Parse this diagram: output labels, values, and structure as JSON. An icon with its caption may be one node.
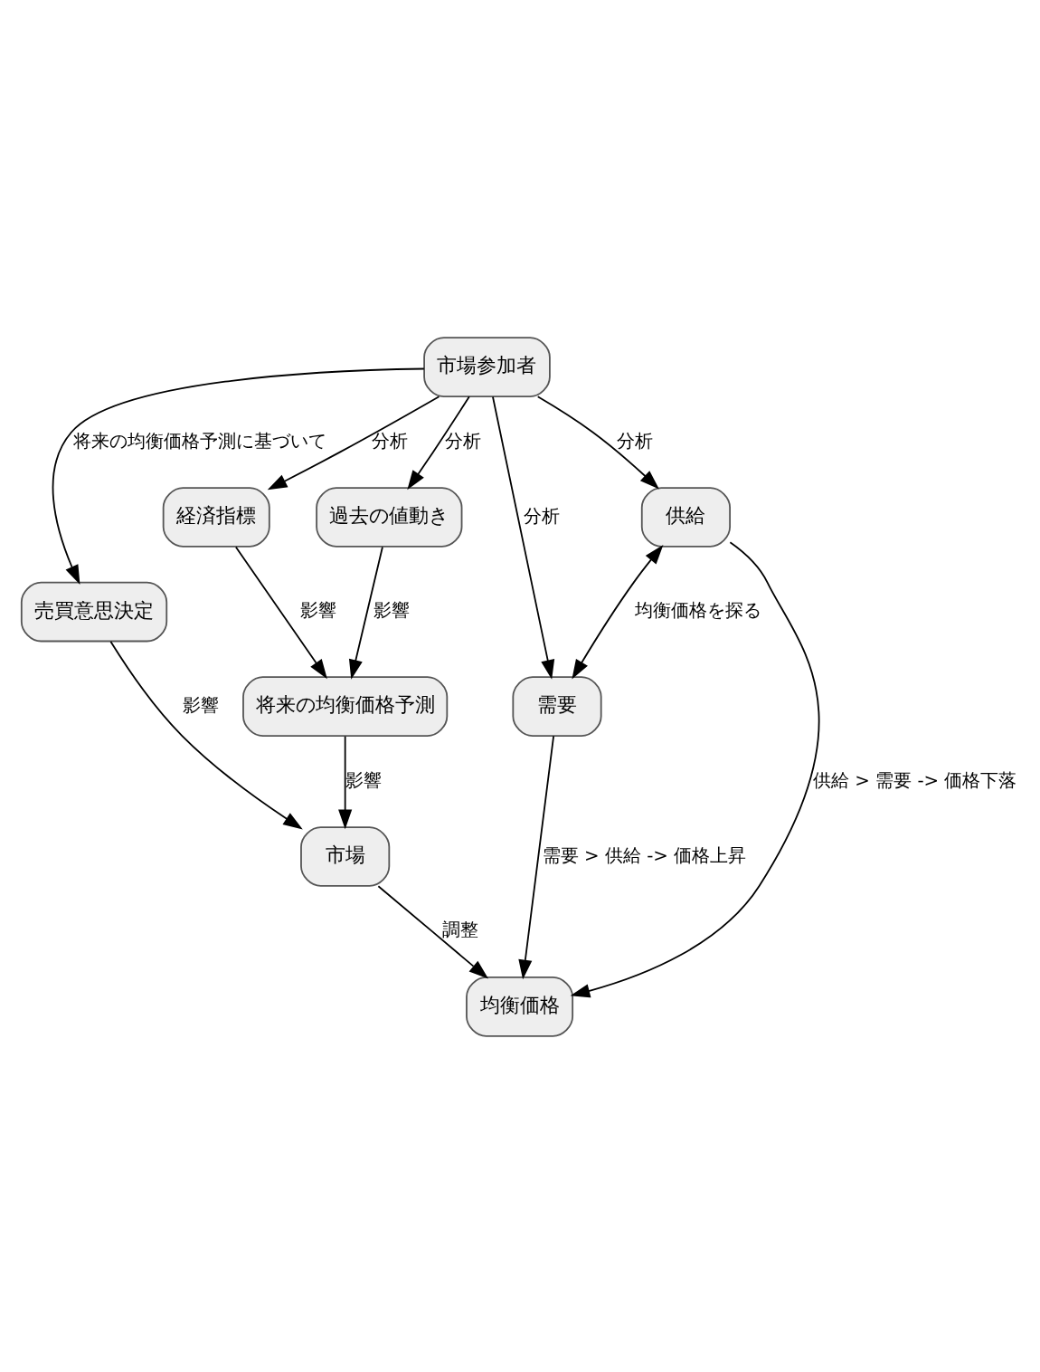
{
  "diagram": {
    "nodes": [
      {
        "text": [
          "市場参加者"
        ]
      },
      {
        "text": [
          "需要"
        ]
      },
      {
        "text": [
          "過去の値動き"
        ]
      },
      {
        "text": [
          "経済指標"
        ]
      },
      {
        "text": [
          "売買意思決定"
        ]
      },
      {
        "text": [
          "供給"
        ]
      },
      {
        "text": [
          "将来の均衡価格予測"
        ]
      },
      {
        "text": [
          "市場"
        ]
      },
      {
        "text": [
          "均衡価格"
        ]
      }
    ],
    "edges": [
      {
        "from": 0,
        "to": 1,
        "arrow": "to",
        "label": "分析"
      },
      {
        "from": 0,
        "to": 2,
        "arrow": "to",
        "label": "分析"
      },
      {
        "from": 0,
        "to": 3,
        "arrow": "to",
        "label": "分析"
      },
      {
        "from": 0,
        "to": 4,
        "arrow": "to",
        "label": "将来の均衡価格予測に基づいて"
      },
      {
        "from": 0,
        "to": 5,
        "arrow": "to",
        "label": "分析"
      },
      {
        "from": 5,
        "to": 1,
        "arrow": "both",
        "label": "均衡価格を探る"
      },
      {
        "from": 2,
        "to": 6,
        "arrow": "to",
        "label": "影響"
      },
      {
        "from": 3,
        "to": 6,
        "arrow": "to",
        "label": "影響"
      },
      {
        "from": 4,
        "to": 7,
        "arrow": "to",
        "label": "影響"
      },
      {
        "from": 6,
        "to": 7,
        "arrow": "to",
        "label": "影響"
      },
      {
        "from": 1,
        "to": 8,
        "arrow": "to",
        "label": "需要 > 供給 -> 価格上昇"
      },
      {
        "from": 5,
        "to": 8,
        "arrow": "to",
        "label": "供給 > 需要 -> 価格下落"
      },
      {
        "from": 7,
        "to": 8,
        "arrow": "to",
        "label": "調整"
      }
    ]
  }
}
